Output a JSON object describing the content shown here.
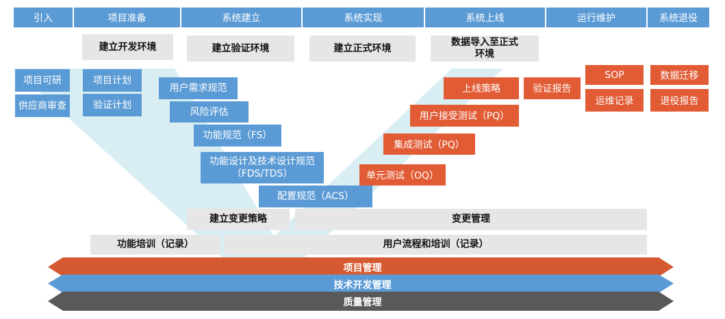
{
  "phases": [
    "引入",
    "项目准备",
    "系统建立",
    "系统实现",
    "系统上线",
    "运行维护",
    "系统退役"
  ],
  "environments": {
    "dev": "建立开发环境",
    "validation": "建立验证环境",
    "production": "建立正式环境",
    "data_import": [
      "数据导入至正式",
      "环境"
    ]
  },
  "left_docs": {
    "feasibility": "项目可研",
    "supplier_audit": "供应商审查",
    "project_plan": "项目计划",
    "validation_plan": "验证计划",
    "urs": "用户需求规范",
    "risk": "风险评估",
    "fs": "功能规范（FS）",
    "fds_tds": [
      "功能设计及技术设计规范",
      "（FDS/TDS）"
    ],
    "acs": "配置规范（ACS）"
  },
  "right_docs": {
    "oq": "单元测试（OQ）",
    "integration": "集成测试（PQ）",
    "uat": "用户接受测试（PQ）",
    "go_live": "上线策略",
    "validation_report": "验证报告",
    "sop": "SOP",
    "ops_record": "运维记录",
    "data_migration": "数据迁移",
    "retire_report": "退役报告"
  },
  "change": {
    "strategy": "建立变更策略",
    "management": "变更管理"
  },
  "training": {
    "functional": "功能培训（记录）",
    "user_process": "用户流程和培训（记录）"
  },
  "bands": {
    "project": "项目管理",
    "tech": "技术开发管理",
    "quality": "质量管理"
  },
  "colors": {
    "blue": "#5b9bd5",
    "red": "#e15b35",
    "gray_box": "#e7e6e6",
    "v_shape": "#d8eef2",
    "band_project": "#d55a32",
    "band_tech": "#5b9bd5",
    "band_quality": "#595959"
  }
}
